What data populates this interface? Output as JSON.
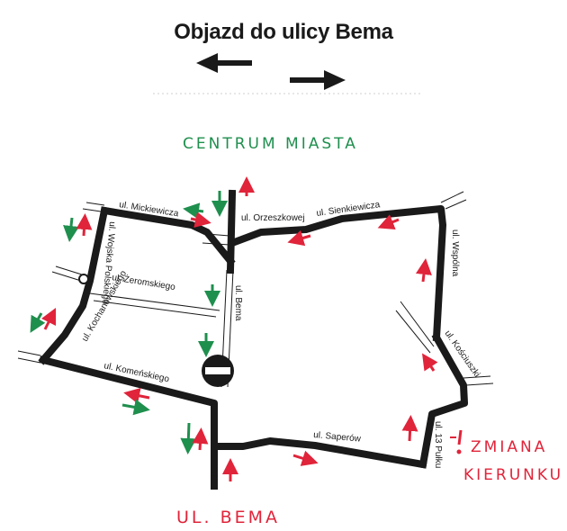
{
  "title": "Objazd do ulicy Bema",
  "header_arrows": [
    {
      "direction": "left",
      "icon": "arrow-left-icon"
    },
    {
      "direction": "right",
      "icon": "arrow-right-icon"
    }
  ],
  "annotations": {
    "city_center": "CENTRUM MIASTA",
    "destination": "UL. BEMA",
    "change_direction_line1": "ZMIANA",
    "change_direction_line2": "KIERUNKU",
    "exclamation": "!"
  },
  "streets": {
    "mickiewicza": "ul. Mickiewicza",
    "orzeszkowej": "ul. Orzeszkowej",
    "sienkiewicza": "ul. Sienkiewicza",
    "wspolna": "ul. Wspólna",
    "kosciuszki": "ul. Kościuszki",
    "pulku13": "ul. 13 Pułku",
    "saperow": "ul. Saperów",
    "komenskiego": "ul. Komeńskiego",
    "zeromskiego": "ul. Żeromskiego",
    "bema": "ul. Bema",
    "wojska_polskiego": "ul. Wojska Polskiego",
    "kochanowskiego": "ul. Kochanowskiego"
  },
  "signs": [
    {
      "type": "no-entry",
      "icon": "no-entry-sign-icon"
    }
  ],
  "colors": {
    "road": "#1a1a1a",
    "green_arrow": "#1f8f4e",
    "red_arrow": "#e0243a"
  }
}
